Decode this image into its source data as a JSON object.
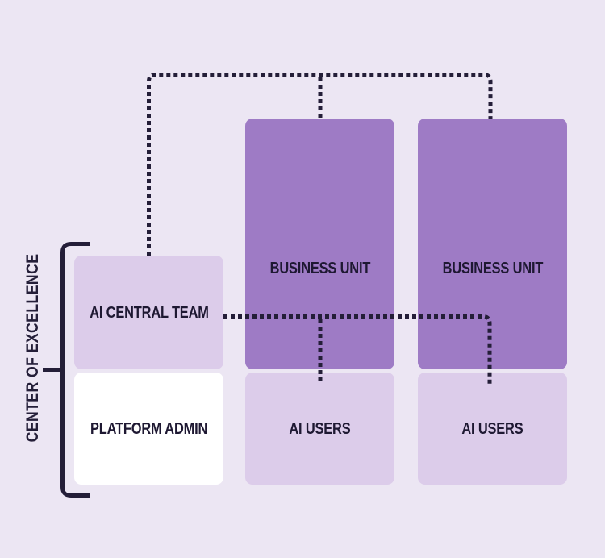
{
  "diagram": {
    "coe": {
      "label": "CENTER OF EXCELLENCE"
    },
    "boxes": {
      "ai_central_team": "AI CENTRAL TEAM",
      "platform_admin": "PLATFORM ADMIN",
      "business_unit_1": "BUSINESS UNIT",
      "business_unit_2": "BUSINESS UNIT",
      "ai_users_1": "AI USERS",
      "ai_users_2": "AI USERS"
    },
    "colors": {
      "background": "#ece6f3",
      "business_unit_fill": "#9e7bc5",
      "light_box_fill": "#dcccea",
      "platform_admin_fill": "#ffffff",
      "connector_and_bracket": "#241e38",
      "label_text": "#1e1832"
    }
  }
}
